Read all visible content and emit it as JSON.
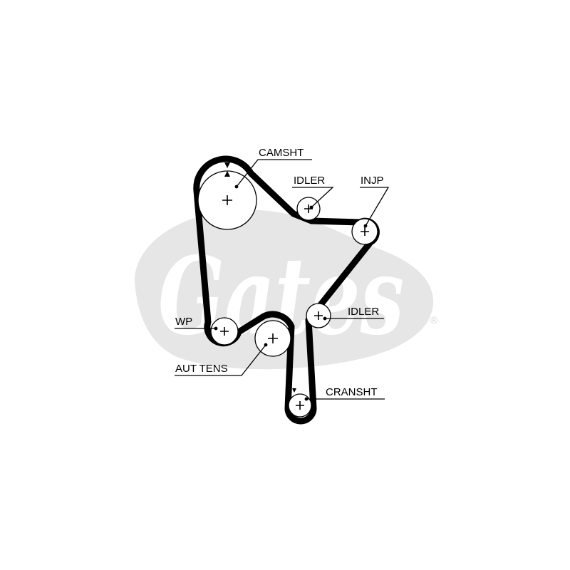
{
  "brand": {
    "logo_text": "Gates",
    "registered_mark": "®",
    "logo_color": "#e6e6e6"
  },
  "diagram": {
    "belt_color": "#000000",
    "pulleys": [
      {
        "id": "camshaft",
        "label": "CAMSHT"
      },
      {
        "id": "idler-top",
        "label": "IDLER"
      },
      {
        "id": "injection-pump",
        "label": "INJP"
      },
      {
        "id": "idler-right",
        "label": "IDLER"
      },
      {
        "id": "water-pump",
        "label": "WP"
      },
      {
        "id": "auto-tensioner",
        "label": "AUT TENS"
      },
      {
        "id": "crankshaft",
        "label": "CRANSHT"
      }
    ],
    "timing_marks": [
      "camshaft-timing-mark-icon",
      "crankshaft-timing-mark-icon"
    ]
  }
}
